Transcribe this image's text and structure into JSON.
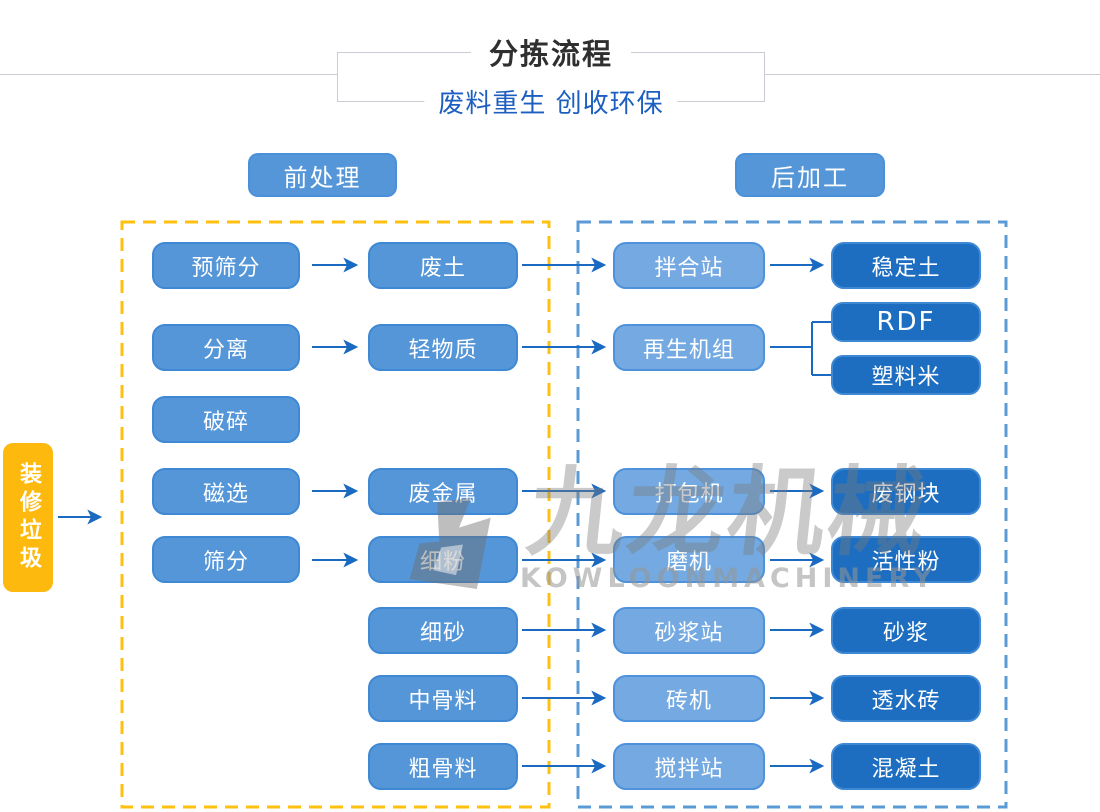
{
  "header": {
    "title": "分拣流程",
    "subtitle": "废料重生 创收环保"
  },
  "section_labels": {
    "pre": "前处理",
    "post": "后加工"
  },
  "source_label": "装修垃圾",
  "nodes": {
    "pre_screening": "预筛分",
    "waste_soil": "废土",
    "mixing_station": "拌合站",
    "stabilized_soil": "稳定土",
    "separation": "分离",
    "light_material": "轻物质",
    "regeneration_unit": "再生机组",
    "rdf": "RDF",
    "plastic_pellets": "塑料米",
    "crushing": "破碎",
    "magnetic_separation": "磁选",
    "waste_metal": "废金属",
    "baler": "打包机",
    "waste_steel_block": "废钢块",
    "screening": "筛分",
    "fine_powder": "细粉",
    "mill": "磨机",
    "active_powder": "活性粉",
    "fine_sand": "细砂",
    "mortar_station": "砂浆站",
    "mortar": "砂浆",
    "medium_aggregate": "中骨料",
    "brick_machine": "砖机",
    "permeable_brick": "透水砖",
    "coarse_aggregate": "粗骨料",
    "mixing_plant": "搅拌站",
    "concrete": "混凝土"
  },
  "watermark": {
    "cn": "九龙机械",
    "en": "KOWLOONMACHINERY"
  },
  "colors": {
    "node_medium": "#5596D8",
    "node_light": "#74AAE1",
    "node_dark": "#1D6EC1",
    "node_border": "#3E88D4",
    "source_yellow": "#FDB90D",
    "dashed_yellow": "#FFC011",
    "dashed_blue": "#5B9BD5",
    "arrow_blue": "#1B6AC1",
    "subtitle_blue": "#1C5FC0",
    "title_dark": "#2F2F2F",
    "rule_gray": "#C9CDD3"
  }
}
